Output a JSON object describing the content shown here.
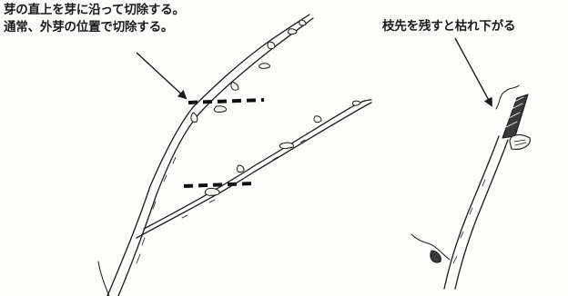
{
  "captions": {
    "left_line1": "芽の直上を芽に沿って切除する。",
    "left_line2": "通常、外芽の位置で切除する。",
    "right": "枝先を残すと枯れ下がる"
  },
  "colors": {
    "ink": "#1a1a1a",
    "bud_fill": "#f4f4f0",
    "dead_tip": "#3a3a3a"
  },
  "icons": {
    "left_drawing": "branch-with-buds",
    "right_drawing": "branch-with-dead-stub",
    "cut_line": "dashed-cut-line",
    "pointer": "arrow"
  }
}
